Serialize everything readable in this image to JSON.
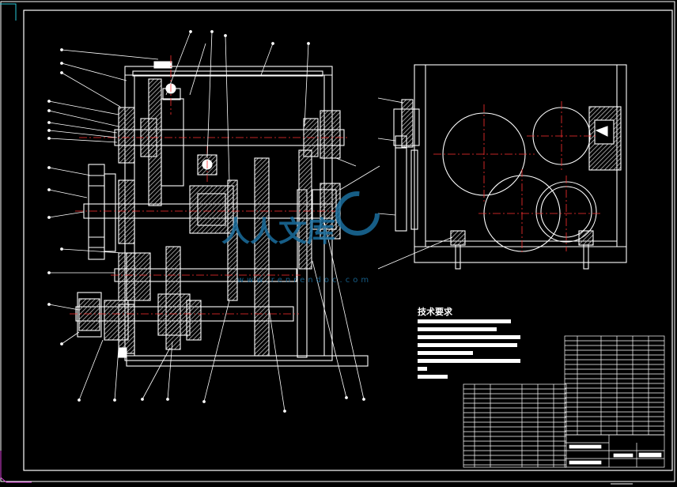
{
  "drawing": {
    "technical_requirements_title": "技术要求",
    "watermark_cn": "人人文库",
    "watermark_url": "www.renrendoc.com"
  },
  "colors": {
    "background": "#000000",
    "line": "#ffffff",
    "centerline": "#ff3030",
    "hatch": "#bdbdbd",
    "watermark": "#1a6e9e"
  }
}
